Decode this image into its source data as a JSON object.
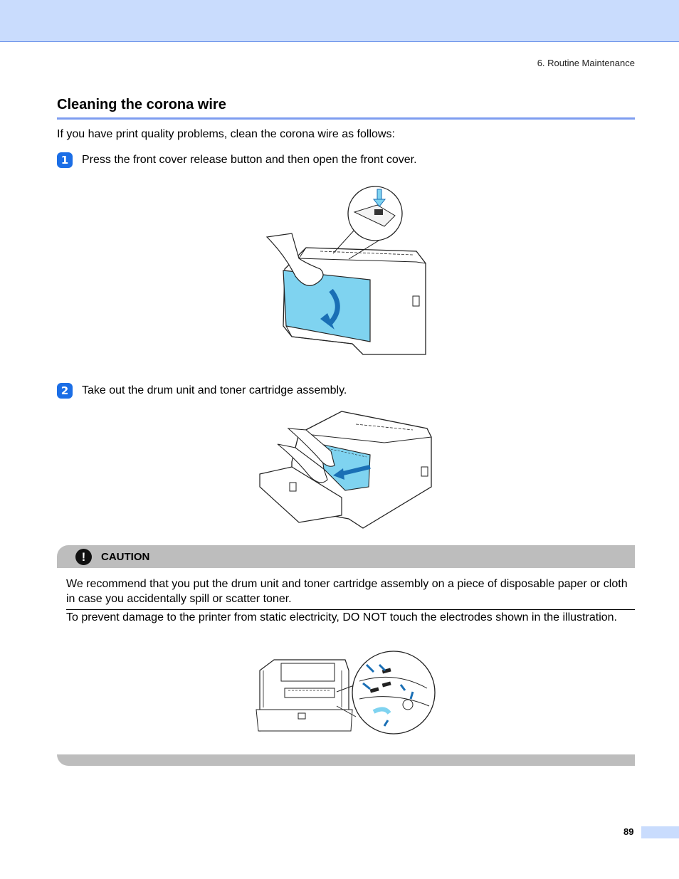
{
  "header": {
    "running_title": "6. Routine Maintenance"
  },
  "section": {
    "title": "Cleaning the corona wire",
    "intro": "If you have print quality problems, clean the corona wire as follows:"
  },
  "steps": [
    {
      "number": "1",
      "text": "Press the front cover release button and then open the front cover."
    },
    {
      "number": "2",
      "text": "Take out the drum unit and toner cartridge assembly."
    }
  ],
  "caution": {
    "icon_glyph": "!",
    "label": "CAUTION",
    "paragraphs": [
      "We recommend that you put the drum unit and toner cartridge assembly on a piece of disposable paper or cloth in case you accidentally spill or scatter toner.",
      "To prevent damage to the printer from static electricity, DO NOT touch the electrodes shown in the illustration."
    ]
  },
  "footer": {
    "page_number": "89"
  },
  "colors": {
    "header_band": "#c9dcfd",
    "title_rule": "#7e9df0",
    "step_badge": "#1b6ee6",
    "illustration_accent": "#7fd3f0",
    "caution_bar": "#bdbdbd"
  },
  "icons": {
    "step_badge": "numbered-step-icon",
    "caution": "exclamation-circle-icon"
  }
}
